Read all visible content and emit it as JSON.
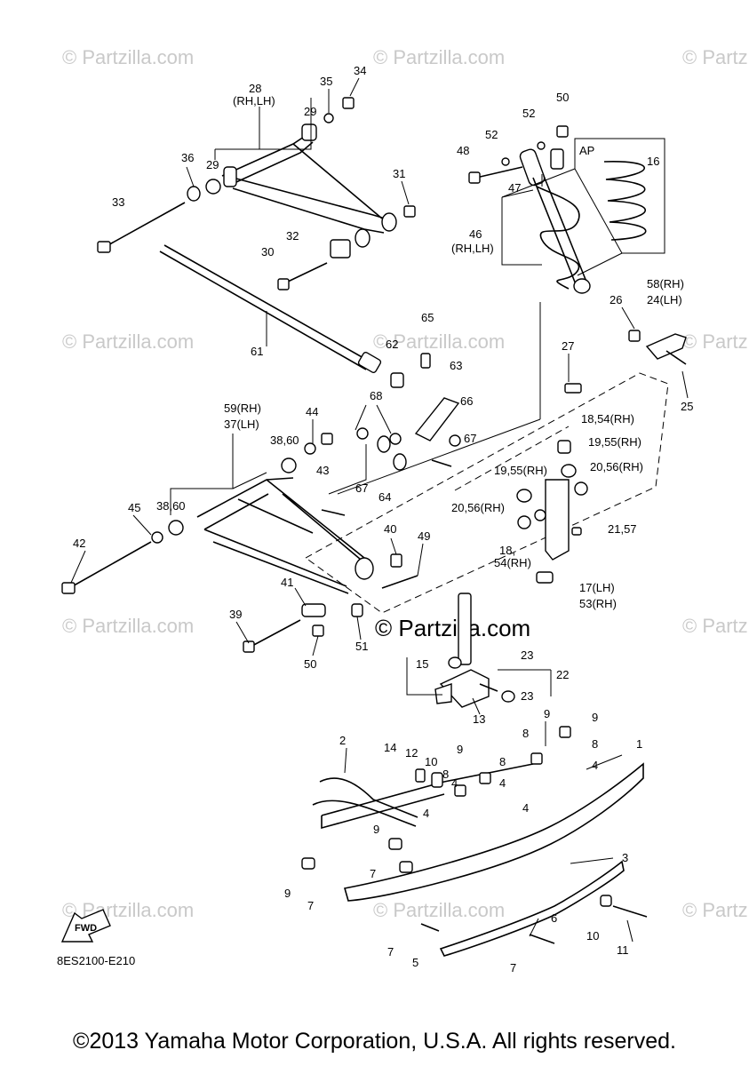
{
  "watermarks": [
    {
      "text": "© Partzilla.com"
    },
    {
      "text": "© Partzilla.com"
    },
    {
      "text": "© Partzilla.com"
    },
    {
      "text": "© Partzilla.com"
    },
    {
      "text": "© Partzilla.com"
    },
    {
      "text": "© Partzilla.com"
    },
    {
      "text": "© Partzilla.com"
    },
    {
      "text": "© Partzilla.com"
    },
    {
      "text": "© Partzilla.com"
    },
    {
      "text": "© Partzilla.com"
    },
    {
      "text": "© Partzilla.com"
    }
  ],
  "center_watermark": "© Partzilla.com",
  "callouts": [
    "28",
    "(RH,LH)",
    "35",
    "34",
    "29",
    "36",
    "29",
    "31",
    "33",
    "32",
    "30",
    "61",
    "50",
    "52",
    "52",
    "48",
    "47",
    "46",
    "(RH,LH)",
    "AP",
    "16",
    "58(RH)",
    "24(LH)",
    "26",
    "25",
    "65",
    "62",
    "63",
    "66",
    "67",
    "68",
    "64",
    "27",
    "18,54(RH)",
    "19,55(RH)",
    "20,56(RH)",
    "19,55(RH)",
    "20,56(RH)",
    "21,57",
    "59(RH)",
    "37(LH)",
    "44",
    "38,60",
    "43",
    "38,60",
    "45",
    "67",
    "42",
    "40",
    "49",
    "41",
    "39",
    "50",
    "51",
    "18,",
    "54(RH)",
    "17(LH)",
    "53(RH)",
    "23",
    "22",
    "15",
    "13",
    "23",
    "9",
    "9",
    "8",
    "8",
    "4",
    "4",
    "1",
    "2",
    "14",
    "12",
    "10",
    "9",
    "8",
    "8",
    "4",
    "4",
    "4",
    "9",
    "7",
    "3",
    "9",
    "7",
    "7",
    "5",
    "7",
    "6",
    "10",
    "11"
  ],
  "fwd_badge": "FWD",
  "drawing_code": "8ES2100-E210",
  "copyright": "©2013 Yamaha Motor Corporation, U.S.A. All rights reserved."
}
